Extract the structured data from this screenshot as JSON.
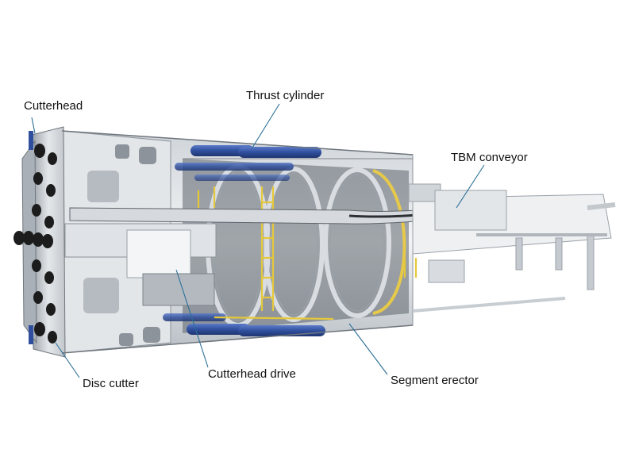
{
  "labels": {
    "cutterhead": "Cutterhead",
    "thrust_cylinder": "Thrust cylinder",
    "tbm_conveyor": "TBM conveyor",
    "disc_cutter": "Disc cutter",
    "cutterhead_drive": "Cutterhead drive",
    "segment_erector": "Segment erector"
  },
  "colors": {
    "leader_line": "#2a6f97",
    "steel_light": "#e9ecef",
    "steel_mid": "#c9ced3",
    "steel_dark": "#8c939a",
    "hydraulic_blue": "#2f4f9e",
    "walkway_yellow": "#e5c83a",
    "cutter_black": "#1c1c1c"
  }
}
